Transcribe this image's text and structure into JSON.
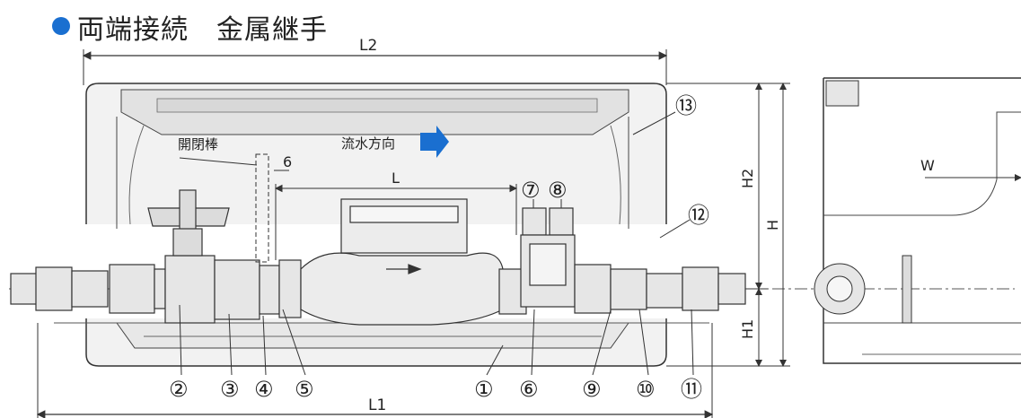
{
  "title": "両端接続　金属継手",
  "colors": {
    "accent": "#1a6fd0",
    "line": "#333333",
    "fill": "#e9e9e9"
  },
  "dimensions": {
    "L2": "L2",
    "L1": "L1",
    "L": "L",
    "H": "H",
    "H1": "H1",
    "H2": "H2",
    "W": "W",
    "six": "6"
  },
  "labels": {
    "handle": "開閉棒",
    "flow": "流水方向"
  },
  "callouts": [
    "①",
    "②",
    "③",
    "④",
    "⑤",
    "⑥",
    "⑦",
    "⑧",
    "⑨",
    "⑩",
    "⑪",
    "⑫",
    "⑬"
  ]
}
